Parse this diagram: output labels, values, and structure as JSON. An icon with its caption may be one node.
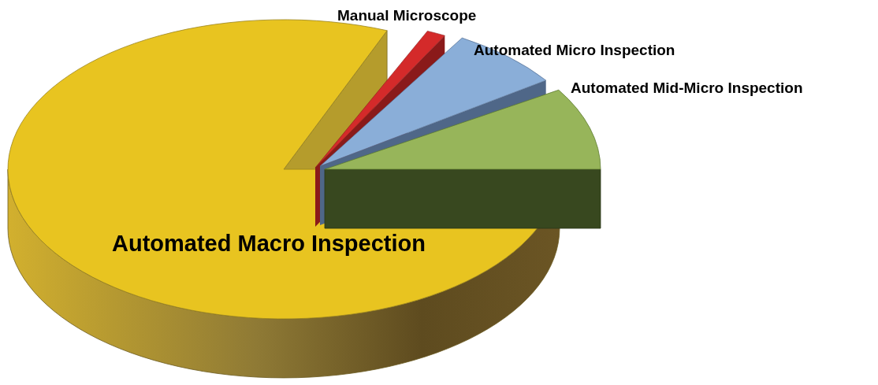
{
  "diagram": {
    "labels": [
      "Manual Microscope",
      "Automated Micro Inspection",
      "Automated Mid-Micro Inspection",
      "Automated Macro Inspection"
    ]
  }
}
